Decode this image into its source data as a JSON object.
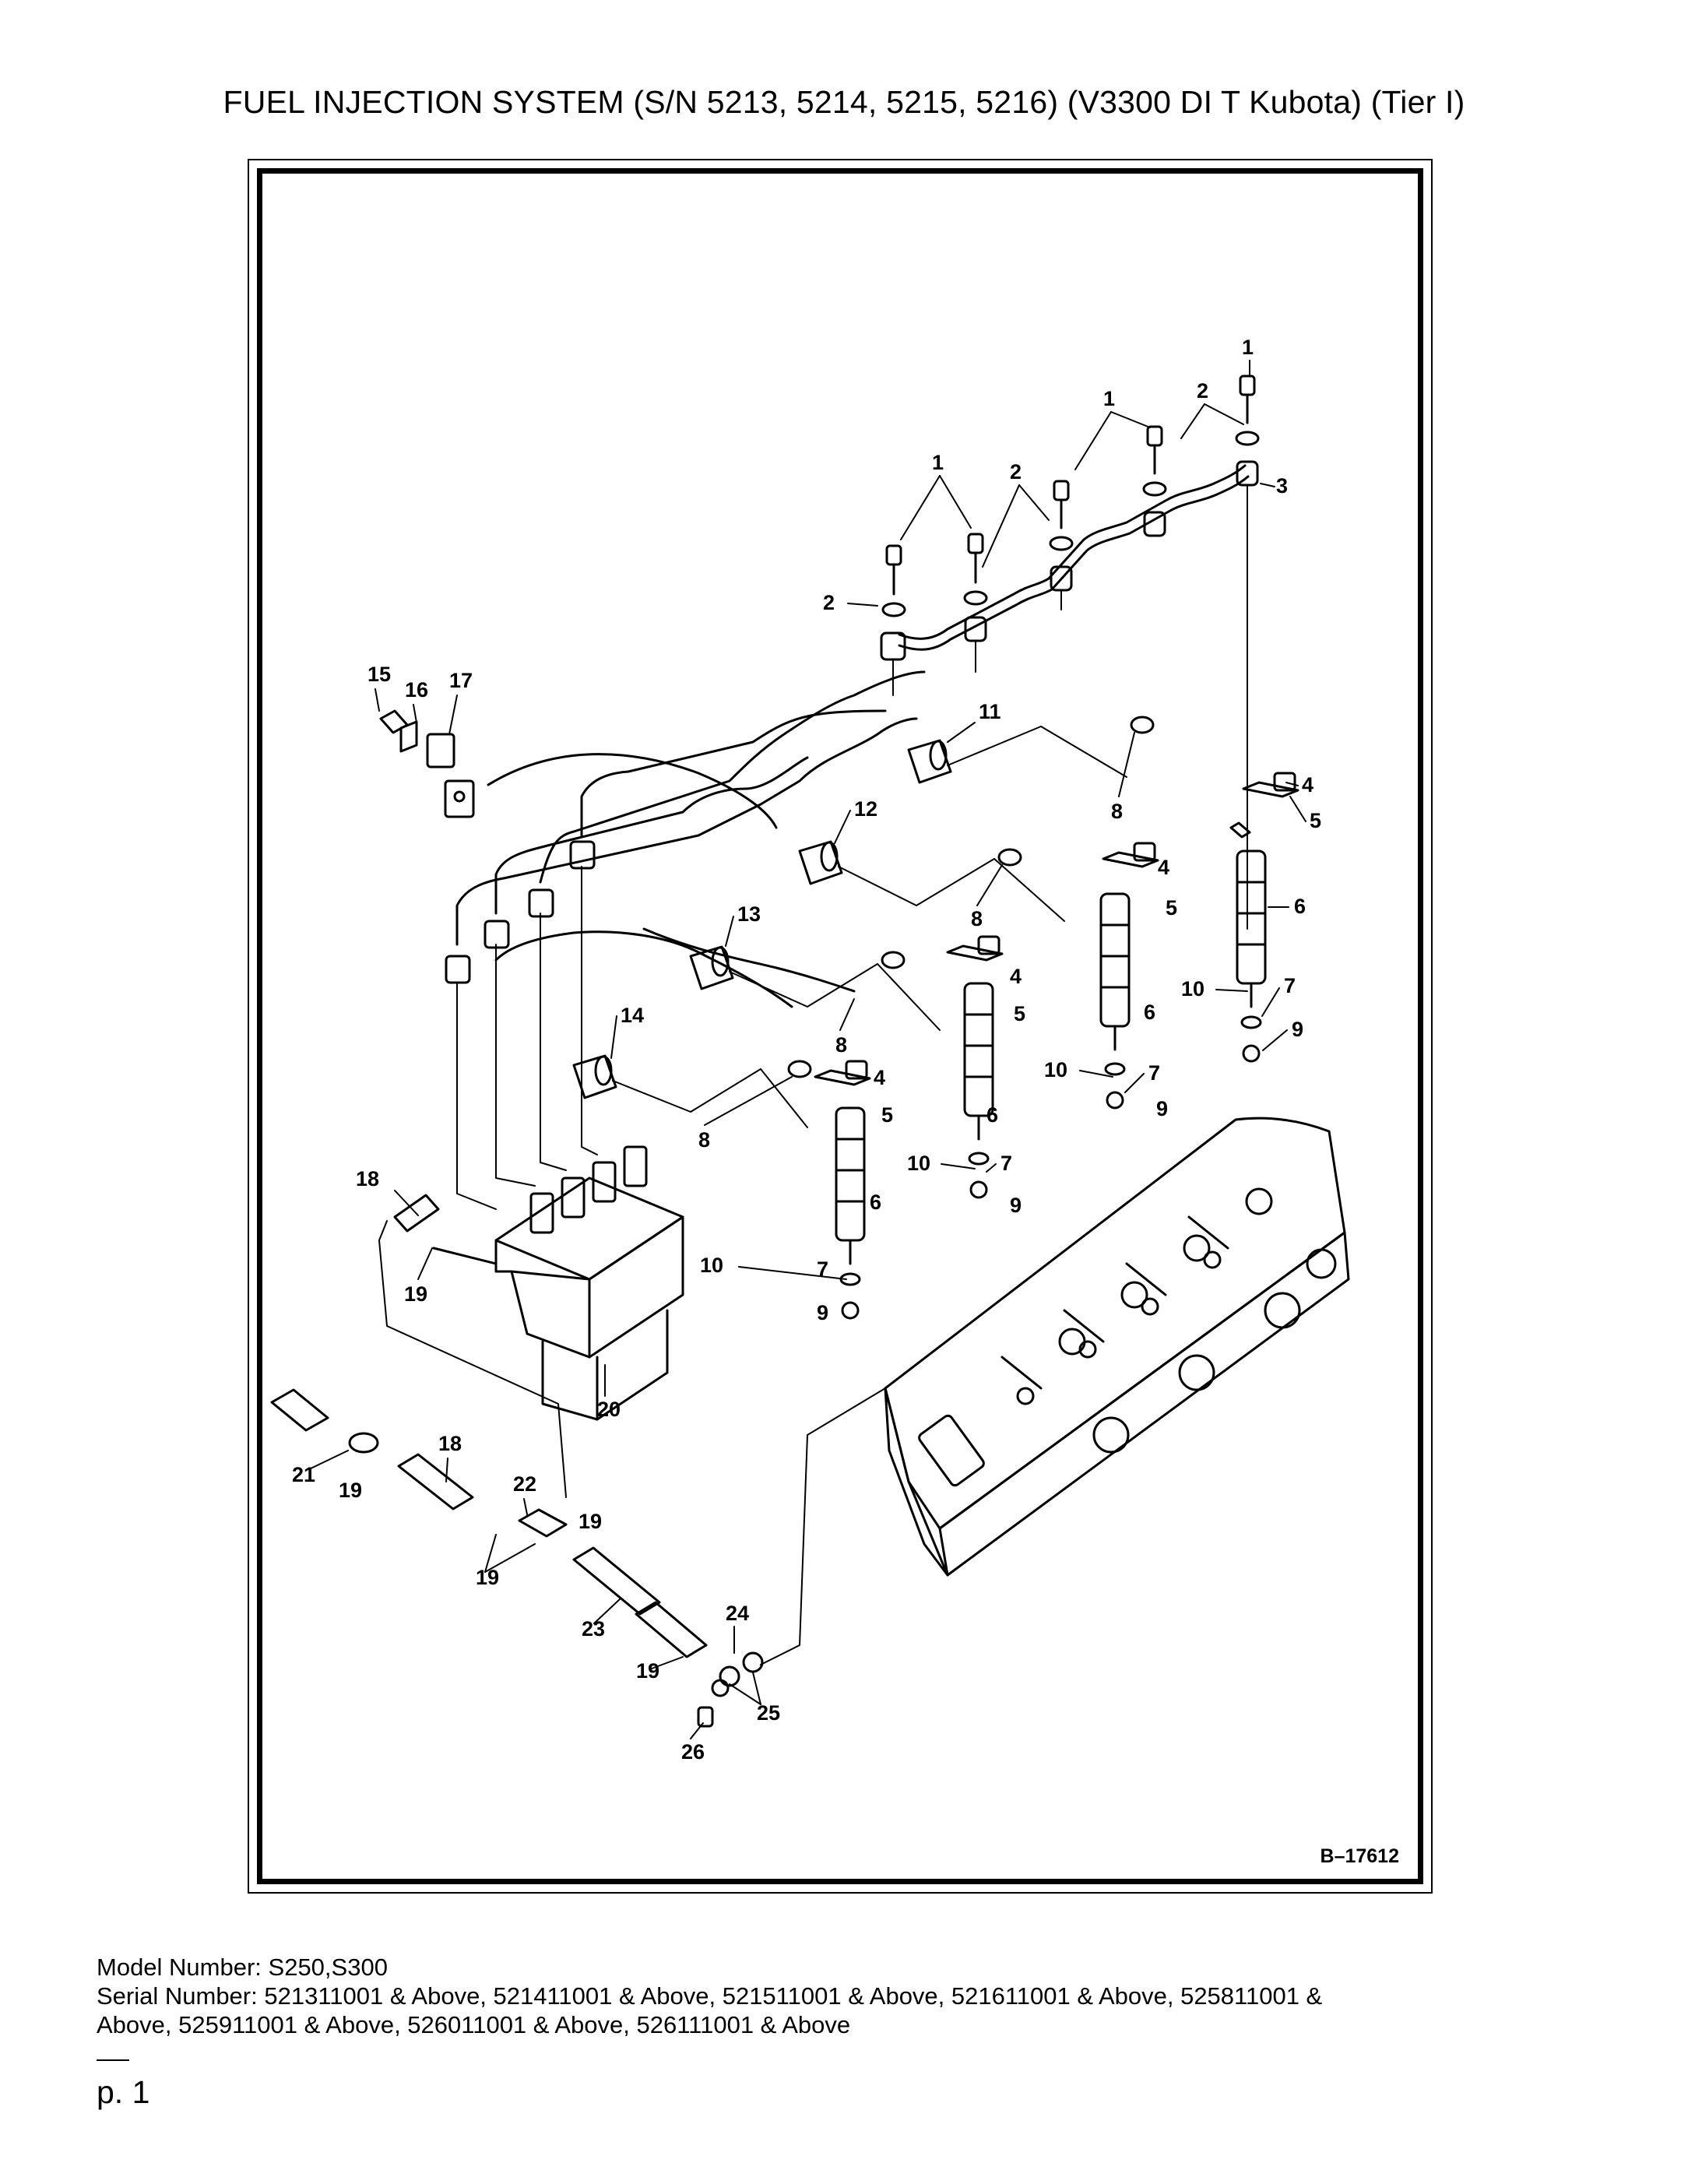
{
  "document": {
    "title": "FUEL INJECTION SYSTEM (S/N 5213, 5214, 5215, 5216) (V3300 DI T Kubota) (Tier I)",
    "figure_code": "B–17612",
    "model_line": "Model Number: S250,S300",
    "serial_line_1": "Serial Number: 521311001 & Above, 521411001 & Above, 521511001 & Above, 521611001 & Above, 525811001 &",
    "serial_line_2": "Above, 525911001 & Above, 526011001 & Above, 526111001 & Above",
    "page_number": "p. 1"
  },
  "callouts": {
    "c1": "1",
    "c2": "2",
    "c3": "3",
    "c4": "4",
    "c5": "5",
    "c6": "6",
    "c7": "7",
    "c8": "8",
    "c9": "9",
    "c10": "10",
    "c11": "11",
    "c12": "12",
    "c13": "13",
    "c14": "14",
    "c15": "15",
    "c16": "16",
    "c17": "17",
    "c18": "18",
    "c19": "19",
    "c20": "20",
    "c21": "21",
    "c22": "22",
    "c23": "23",
    "c24": "24",
    "c25": "25",
    "c26": "26"
  }
}
